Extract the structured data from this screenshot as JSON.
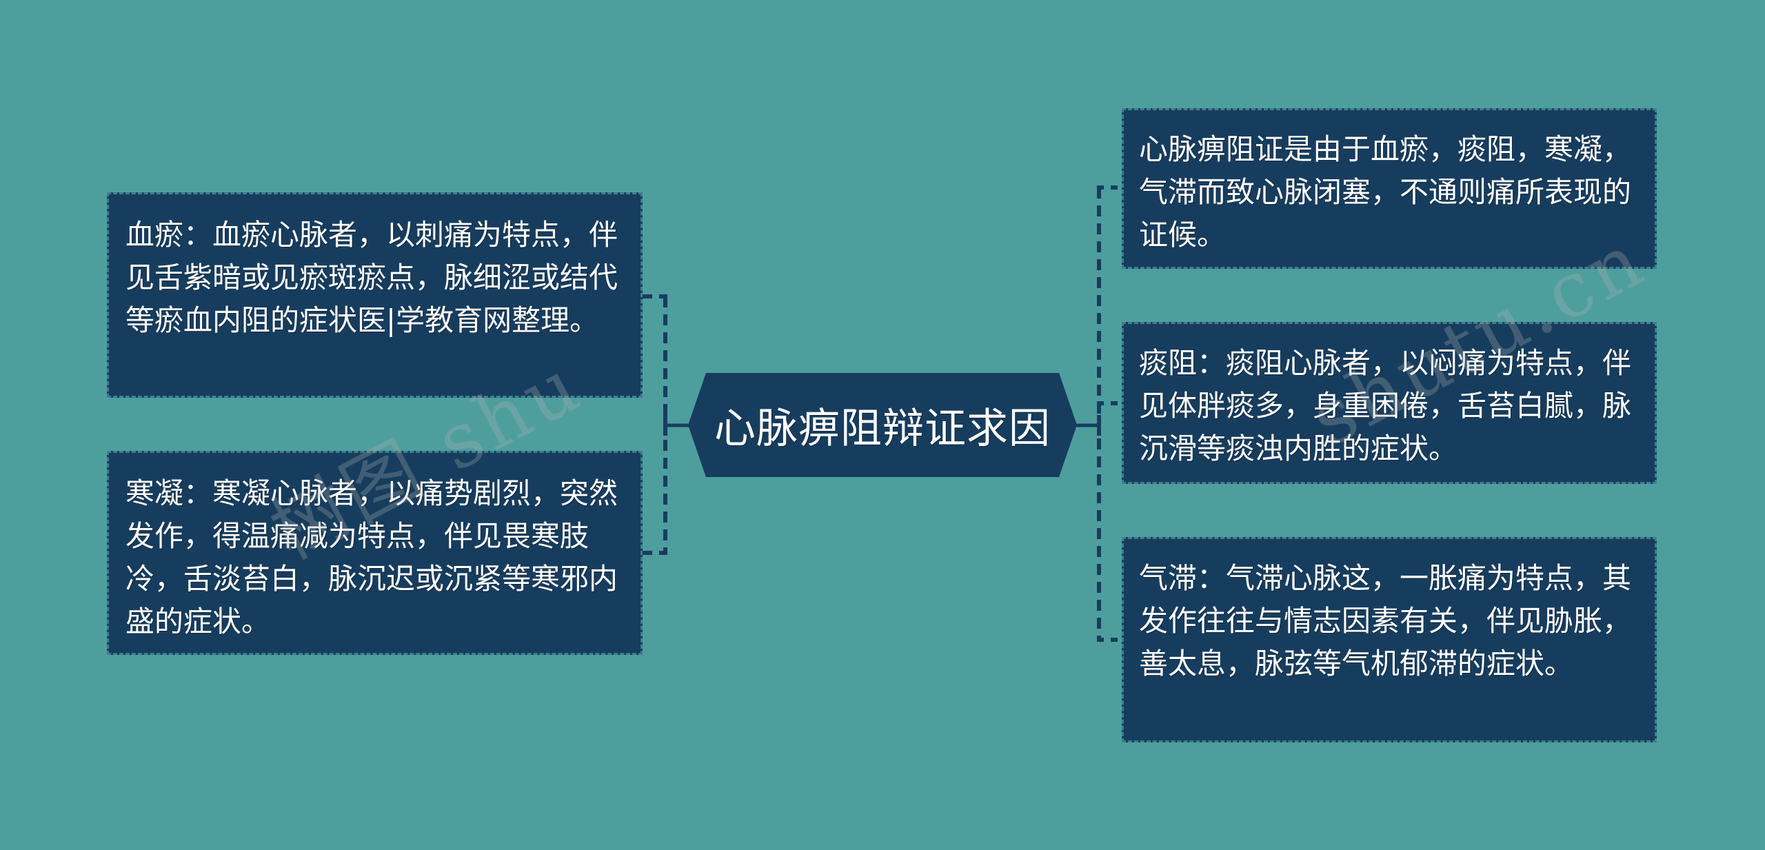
{
  "colors": {
    "background": "#4E9E9E",
    "node_fill": "#173D5E",
    "node_border": "#3F7F8C",
    "connector": "#173D5E",
    "text": "#FFFFFF"
  },
  "central_node": {
    "title": "心脉痹阻辩证求因"
  },
  "left_branches": [
    {
      "text": "血瘀：血瘀心脉者，以刺痛为特点，伴见舌紫暗或见瘀斑瘀点，脉细涩或结代等瘀血内阻的症状医|学教育网整理。"
    },
    {
      "text": "寒凝：寒凝心脉者，以痛势剧烈，突然发作，得温痛减为特点，伴见畏寒肢冷，舌淡苔白，脉沉迟或沉紧等寒邪内盛的症状。"
    }
  ],
  "right_branches": [
    {
      "text": "心脉痹阻证是由于血瘀，痰阻，寒凝，气滞而致心脉闭塞，不通则痛所表现的证候。"
    },
    {
      "text": "痰阻：痰阻心脉者，以闷痛为特点，伴见体胖痰多，身重困倦，舌苔白腻，脉沉滑等痰浊内胜的症状。"
    },
    {
      "text": "气滞：气滞心脉这，一胀痛为特点，其发作往往与情志因素有关，伴见胁胀，善太息，脉弦等气机郁滞的症状。"
    }
  ],
  "watermark": {
    "left": "树图 shu",
    "right": "shutu.cn"
  }
}
